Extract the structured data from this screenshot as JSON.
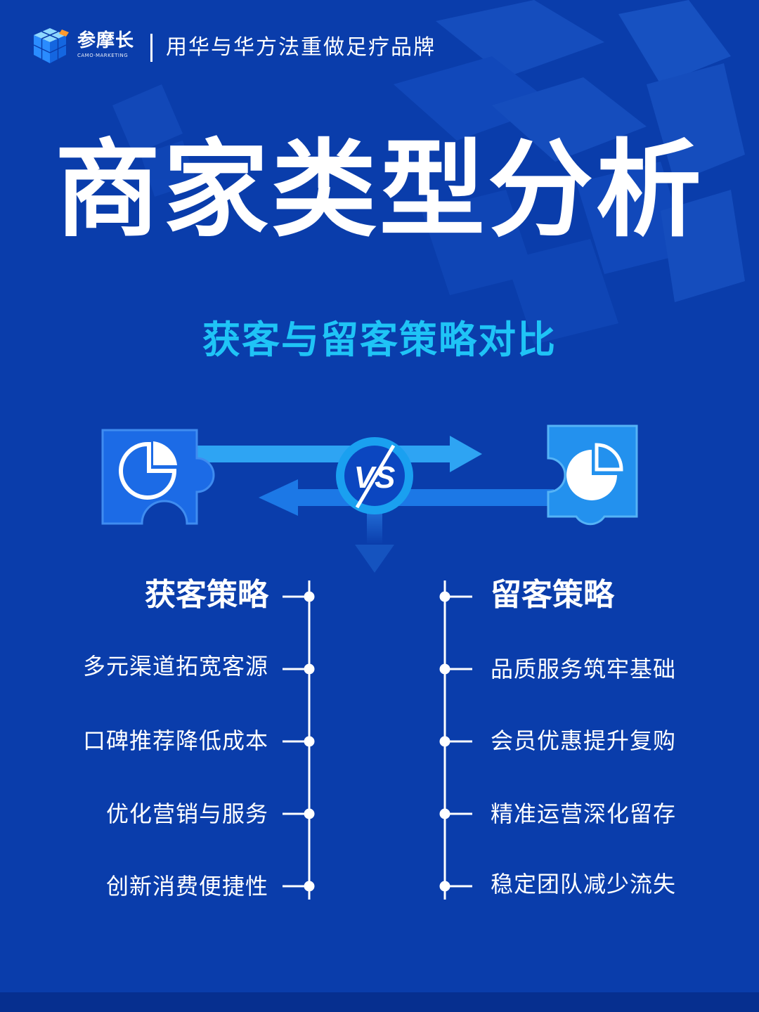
{
  "brand": {
    "name": "参摩长",
    "sub": "CAMO·MARKETING",
    "tagline": "用华与华方法重做足疗品牌"
  },
  "title": "商家类型分析",
  "subtitle": "获客与留客策略对比",
  "vs_label": "VS",
  "colors": {
    "background": "#0a3dab",
    "accent": "#1fc4f6",
    "left_block": "#1c6be6",
    "right_block": "#2391ee"
  },
  "left": {
    "heading": "获客策略",
    "items": [
      "多元渠道拓宽客源",
      "口碑推荐降低成本",
      "优化营销与服务",
      "创新消费便捷性"
    ]
  },
  "right": {
    "heading": "留客策略",
    "items": [
      "品质服务筑牢基础",
      "会员优惠提升复购",
      "精准运营深化留存",
      "稳定团队减少流失"
    ]
  }
}
